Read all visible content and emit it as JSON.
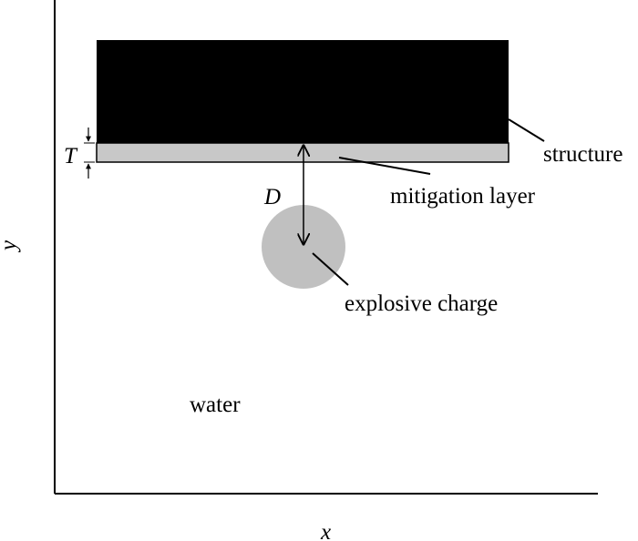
{
  "labels": {
    "y_axis": "y",
    "x_axis": "x",
    "structure": "structure",
    "mitigation_layer": "mitigation layer",
    "explosive_charge": "explosive charge",
    "water": "water",
    "thickness": "T",
    "distance": "D"
  },
  "colors": {
    "structure": "#000000",
    "mitigation_layer": "#c8c8c8",
    "charge": "#c0c0c0",
    "line": "#000000"
  }
}
